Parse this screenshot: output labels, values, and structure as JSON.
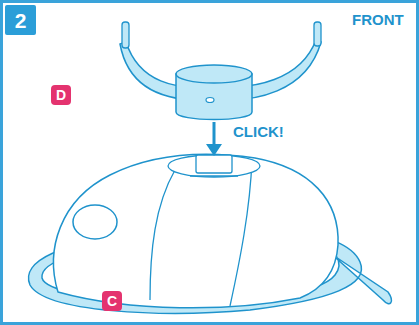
{
  "diagram": {
    "labels": [
      "2",
      "FRONT",
      "D",
      "CLICK!",
      "C"
    ]
  }
}
